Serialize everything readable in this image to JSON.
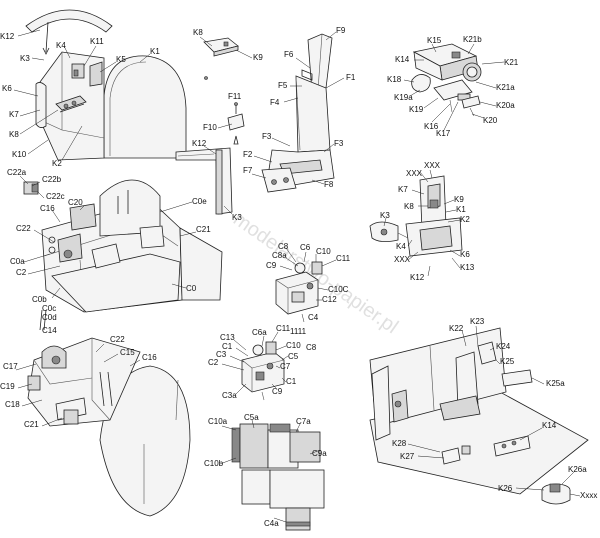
{
  "watermark": "modelarstwo-papier.pl",
  "parts": {
    "g1": [
      "K12",
      "K3",
      "K4",
      "K11",
      "K1",
      "K5",
      "K6",
      "K7",
      "K8",
      "K10",
      "K2"
    ],
    "g2": [
      "K8",
      "K9"
    ],
    "g3": [
      "F9",
      "F6",
      "F1",
      "F5",
      "F4",
      "F11",
      "F10",
      "F3",
      "F2",
      "F3",
      "F7",
      "F8"
    ],
    "g4": [
      "K15",
      "K21b",
      "K14",
      "K21",
      "K18",
      "K21a",
      "K19a",
      "K19",
      "K20a",
      "K16",
      "K17",
      "K20"
    ],
    "g5": [
      "K12",
      "K3"
    ],
    "g6": [
      "C22a",
      "C22b",
      "C22c",
      "C16",
      "C20",
      "C0e",
      "C22",
      "C21",
      "C0a",
      "C2",
      "C0",
      "C0b",
      "C0c",
      "C0d",
      "C14"
    ],
    "g7": [
      "XXX",
      "XXX",
      "K7",
      "K9",
      "K8",
      "K1",
      "K2",
      "K3",
      "K4",
      "XXX",
      "K6",
      "K13",
      "K12"
    ],
    "g8": [
      "C8",
      "C8a",
      "C6",
      "C10",
      "C11",
      "C9",
      "C10C",
      "C12",
      "C4"
    ],
    "g9": [
      "1111",
      "C8",
      "C13",
      "C6a",
      "C11",
      "C1",
      "C10",
      "C3",
      "C5",
      "C2",
      "C7",
      "C1",
      "C9",
      "C3a"
    ],
    "g10": [
      "C22",
      "C17",
      "C15",
      "C16",
      "C19",
      "C18",
      "C21"
    ],
    "g11": [
      "K22",
      "K23",
      "K24",
      "K25",
      "K25a",
      "K14",
      "K28",
      "K27",
      "K26a",
      "K26",
      "Xxxx"
    ],
    "g12": [
      "C10a",
      "C5a",
      "C7a",
      "C9a",
      "C10b",
      "C4a"
    ]
  }
}
